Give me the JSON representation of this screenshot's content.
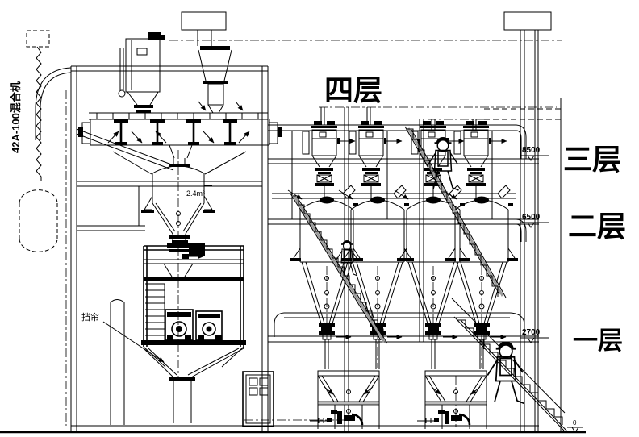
{
  "page": {
    "background": "#ffffff",
    "ink": "#000000",
    "accent_grey": "#9a9a9a"
  },
  "annotations": {
    "machine_label": "42A-100混合机",
    "curtain_label": "挡帘",
    "hopper_volume": "2.4m³"
  },
  "floors": {
    "f4": {
      "label": "四层"
    },
    "f3": {
      "label": "三层",
      "elevation": "8500"
    },
    "f2": {
      "label": "二层",
      "elevation": "6500"
    },
    "f1": {
      "label": "一层",
      "elevation": "2700"
    },
    "ground": {
      "elevation": "0"
    }
  }
}
